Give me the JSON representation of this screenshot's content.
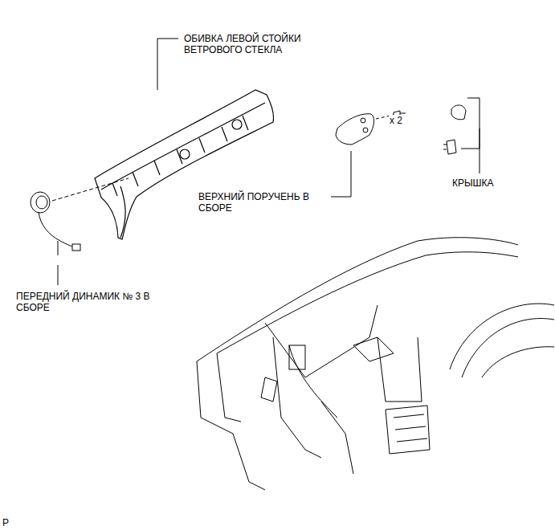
{
  "diagram": {
    "labels": [
      "ОБИВКА ЛЕВОЙ СТОЙКИ ВЕТРОВОГО СТЕКЛА",
      "x 2",
      "КРЫШКА",
      "ВЕРХНИЙ ПОРУЧЕНЬ В СБОРЕ",
      "ПЕРЕДНИЙ ДИНАМИК № 3 В СБОРЕ",
      "P"
    ]
  }
}
